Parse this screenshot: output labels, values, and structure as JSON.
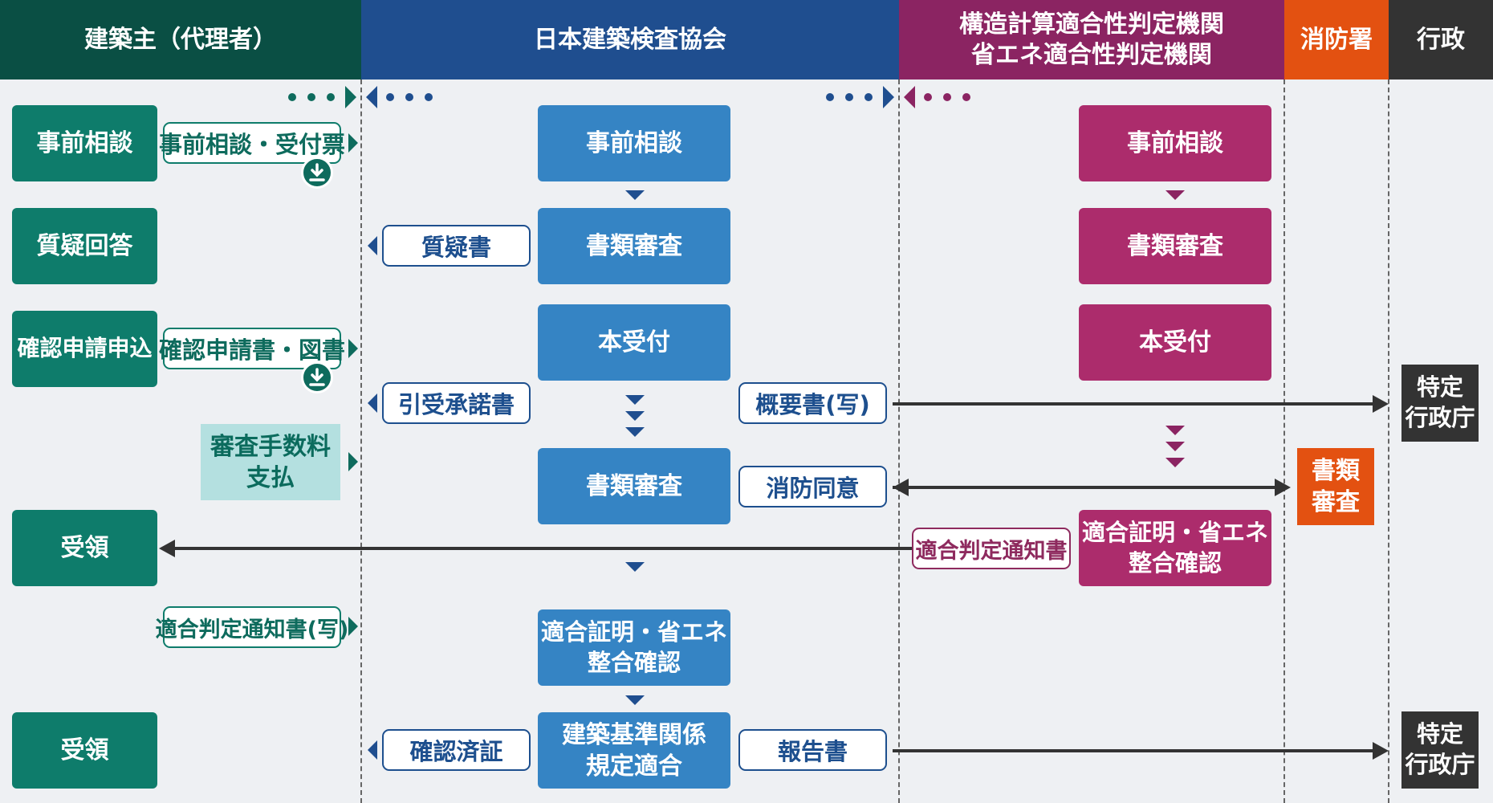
{
  "columns": {
    "owner": "建築主（代理者）",
    "center": "日本建築検査協会",
    "judge_line1": "構造計算適合性判定機関",
    "judge_line2": "省エネ適合性判定機関",
    "fire": "消防署",
    "admin": "行政"
  },
  "owner": {
    "consult": "事前相談",
    "answer": "質疑回答",
    "apply": "確認申請申込",
    "fee_line1": "審査手数料",
    "fee_line2": "支払",
    "receive1": "受領",
    "receive2": "受領"
  },
  "owner_docs": {
    "consult_ticket": "事前相談・受付票",
    "application": "確認申請書・図書",
    "notice_copy": "適合判定通知書(写)"
  },
  "center_docs": {
    "question": "質疑書",
    "acceptance": "引受承諾書",
    "certificate": "確認済証",
    "summary": "概要書(写)",
    "fire_consent": "消防同意",
    "report": "報告書"
  },
  "center": {
    "consult": "事前相談",
    "review1": "書類審査",
    "accept": "本受付",
    "review2": "書類審査",
    "energy_line1": "適合証明・省エネ",
    "energy_line2": "整合確認",
    "final_line1": "建築基準関係",
    "final_line2": "規定適合"
  },
  "judge": {
    "consult": "事前相談",
    "review": "書類審査",
    "accept": "本受付",
    "notice": "適合判定通知書",
    "energy_line1": "適合証明・省エネ",
    "energy_line2": "整合確認"
  },
  "fire": {
    "review_line1": "書類",
    "review_line2": "審査"
  },
  "admin": {
    "office1_line1": "特定",
    "office1_line2": "行政庁",
    "office2_line1": "特定",
    "office2_line2": "行政庁"
  },
  "colors": {
    "owner": "#0a4f44",
    "center": "#1f4e8f",
    "judge": "#8b2462",
    "fire": "#e35111",
    "admin": "#333333"
  },
  "icons": {
    "download": "download-icon"
  }
}
